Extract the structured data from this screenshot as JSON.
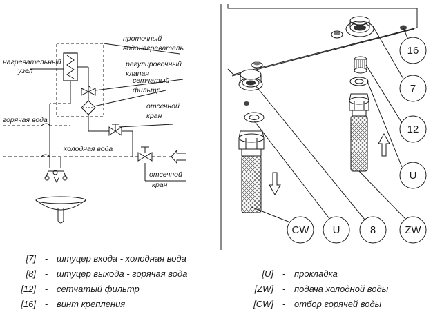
{
  "scheme": {
    "heater_label": [
      "проточный",
      "водонагреватель"
    ],
    "heating_unit_label": [
      "нагревательный",
      "узел"
    ],
    "control_valve_label": [
      "регулировочный",
      "клапан"
    ],
    "filter_label": [
      "сетчатый",
      "фильтр"
    ],
    "shutoff_valve_1_label": [
      "отсечной",
      "кран"
    ],
    "hot_water_label": "горячая вода",
    "cold_water_label": "холодная вода",
    "shutoff_valve_2_label": [
      "отсечной",
      "кран"
    ]
  },
  "callouts": {
    "c16": "16",
    "c7": "7",
    "c12": "12",
    "cU_right": "U",
    "cCW": "CW",
    "cU_bottom": "U",
    "c8": "8",
    "cZW": "ZW"
  },
  "legend_left": [
    {
      "code": "[7]",
      "dash": "-",
      "text": "штуцер входа - холодная вода"
    },
    {
      "code": "[8]",
      "dash": "-",
      "text": "штуцер выхода - горячая вода"
    },
    {
      "code": "[12]",
      "dash": "-",
      "text": "сетчатый фильтр"
    },
    {
      "code": "[16]",
      "dash": "-",
      "text": "винт крепления"
    }
  ],
  "legend_right": [
    {
      "code": "[U]",
      "dash": "-",
      "text": "прокладка"
    },
    {
      "code": "[ZW]",
      "dash": "-",
      "text": "подача холодной воды"
    },
    {
      "code": "[CW]",
      "dash": "-",
      "text": "отбор горячей воды"
    }
  ]
}
